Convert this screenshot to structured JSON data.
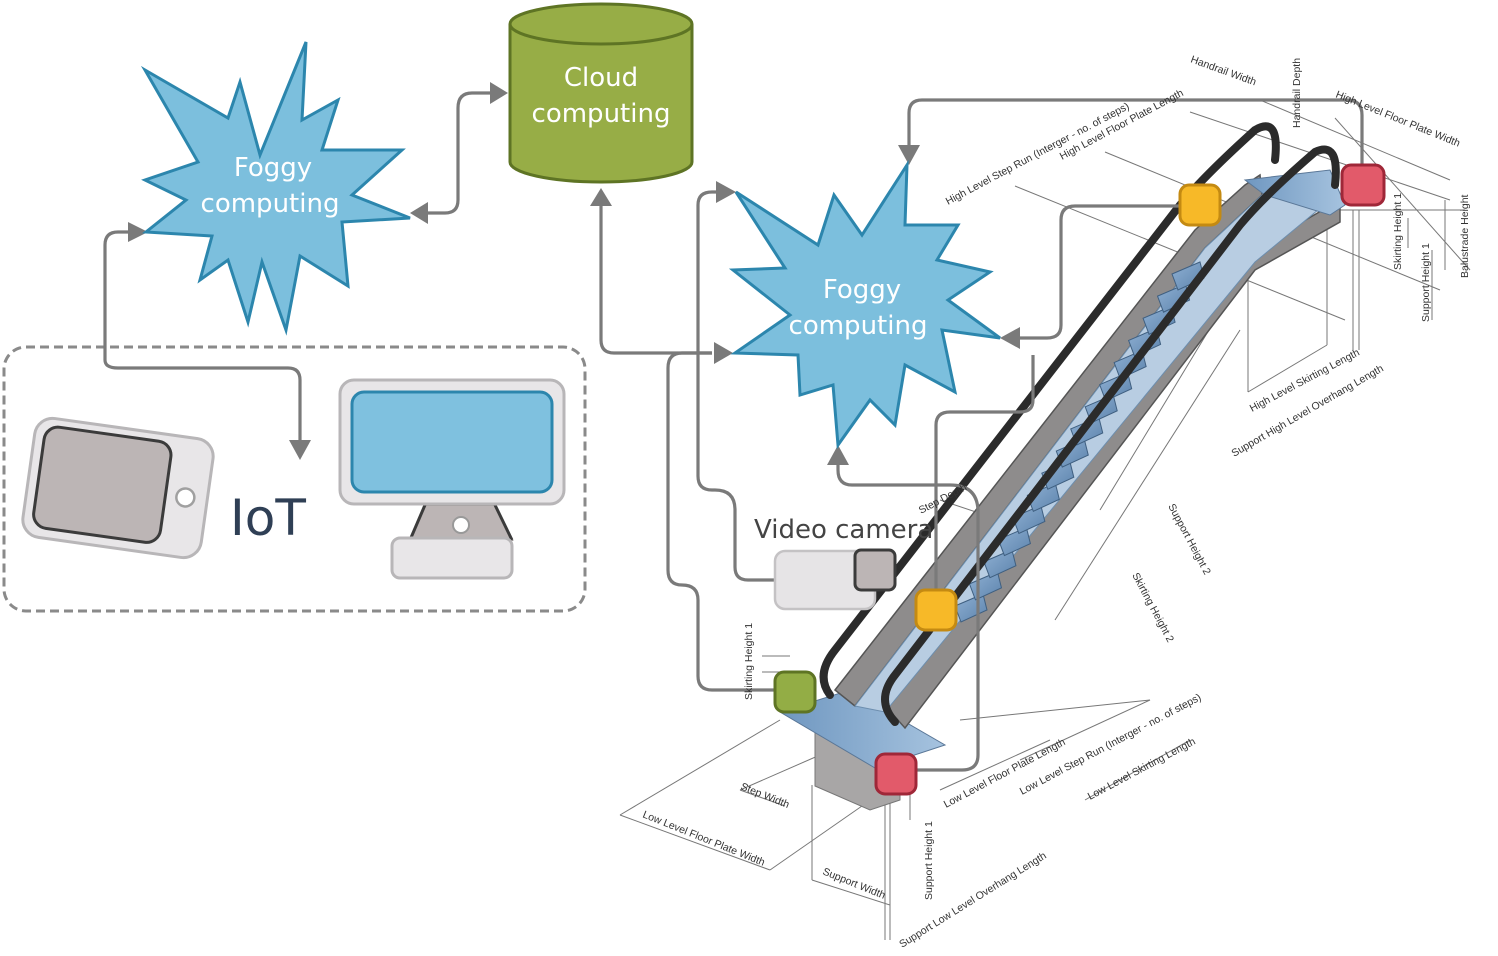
{
  "diagram": {
    "nodes": {
      "fog_left": {
        "line1": "Foggy",
        "line2": "computing",
        "color": "#7cbfdd",
        "stroke": "#2c86ad"
      },
      "fog_right": {
        "line1": "Foggy",
        "line2": "computing",
        "color": "#7cbfdd",
        "stroke": "#2c86ad"
      },
      "cloud": {
        "line1": "Cloud",
        "line2": "computing",
        "color": "#97ad46",
        "stroke": "#5e7424"
      },
      "iot": {
        "label": "IoT"
      },
      "camera": {
        "label": "Video camera"
      }
    },
    "sensors": [
      {
        "id": "sensor-yellow-top",
        "color": "#f7b928"
      },
      {
        "id": "sensor-red-top",
        "color": "#e25a6a"
      },
      {
        "id": "sensor-yellow-bottom",
        "color": "#f7b928"
      },
      {
        "id": "sensor-green",
        "color": "#93ad45"
      },
      {
        "id": "sensor-red-bottom",
        "color": "#e25a6a"
      }
    ],
    "dimension_labels": {
      "handrail_width": "Handrail Width",
      "handrail_depth": "Handrail Depth",
      "high_floor_plate_width": "High Level Floor Plate Width",
      "high_floor_plate_length": "High Level Floor Plate Length",
      "high_step_run": "High Level Step Run (Interger - no. of steps)",
      "skirting_height_1_top": "Skirting Height 1",
      "support_height_1_top": "Support Height 1",
      "balustrade_height": "Balustrade Height",
      "high_skirting_length": "High Level Skirting Length",
      "support_high_overhang": "Support High Level Overhang Length",
      "step_depth": "Step Depth",
      "support_height_2": "Support Height 2",
      "skirting_height_2": "Skirting Height 2",
      "skirting_height_1_bottom": "Skirting Height 1",
      "low_step_run": "Low Level Step Run (Interger - no. of steps)",
      "low_skirting_length": "Low Level Skirting Length",
      "low_floor_plate_length": "Low Level Floor Plate Length",
      "step_width": "Step Width",
      "low_floor_plate_width": "Low Level Floor Plate Width",
      "support_width": "Support Width",
      "support_height_1_bottom": "Support Height 1",
      "support_low_overhang": "Support Low Level Overhang Length"
    }
  }
}
